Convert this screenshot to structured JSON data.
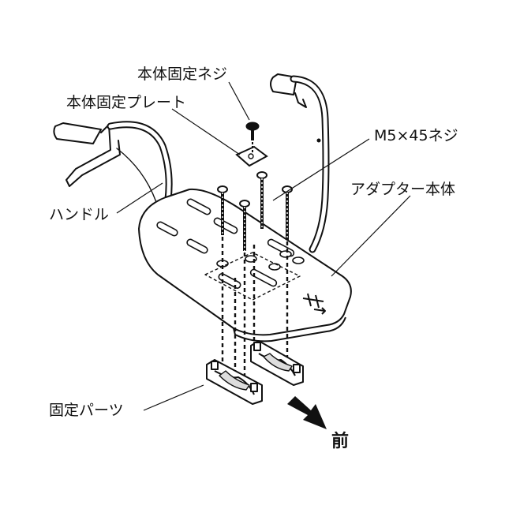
{
  "labels": {
    "body_screw": "本体固定ネジ",
    "body_plate": "本体固定プレート",
    "m5_screw": "M5×45ネジ",
    "adapter_body": "アダプター本体",
    "handle": "ハンドル",
    "fixing_parts": "固定パーツ",
    "front": "前"
  },
  "colors": {
    "line": "#111111",
    "background": "#ffffff",
    "part_fill": "#ffffff",
    "shade": "#dddddd"
  }
}
